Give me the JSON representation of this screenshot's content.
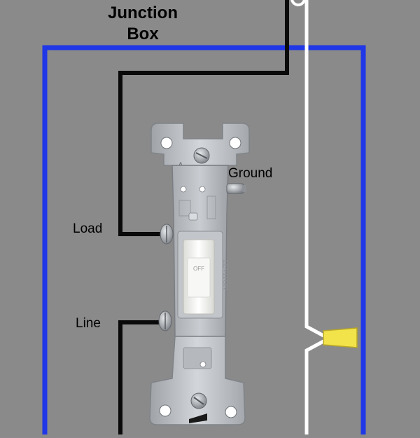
{
  "diagram": {
    "title_line1": "Junction",
    "title_line2": "Box",
    "labels": {
      "ground": "Ground",
      "load": "Load",
      "line": "Line"
    },
    "switch_markings": {
      "toggle": "OFF",
      "brand": "LEVITON"
    },
    "colors": {
      "background": "#8a8a8a",
      "box_outline": "#1f37e6",
      "hot_wire": "#0a0a0a",
      "neutral_wire": "#ffffff",
      "wire_nut": "#f2e34a",
      "switch_strap": "#b9bcc0",
      "toggle": "#f4f4f2"
    },
    "icons": [
      "screw-icon",
      "wire-nut-icon",
      "toggle-switch-icon"
    ]
  }
}
